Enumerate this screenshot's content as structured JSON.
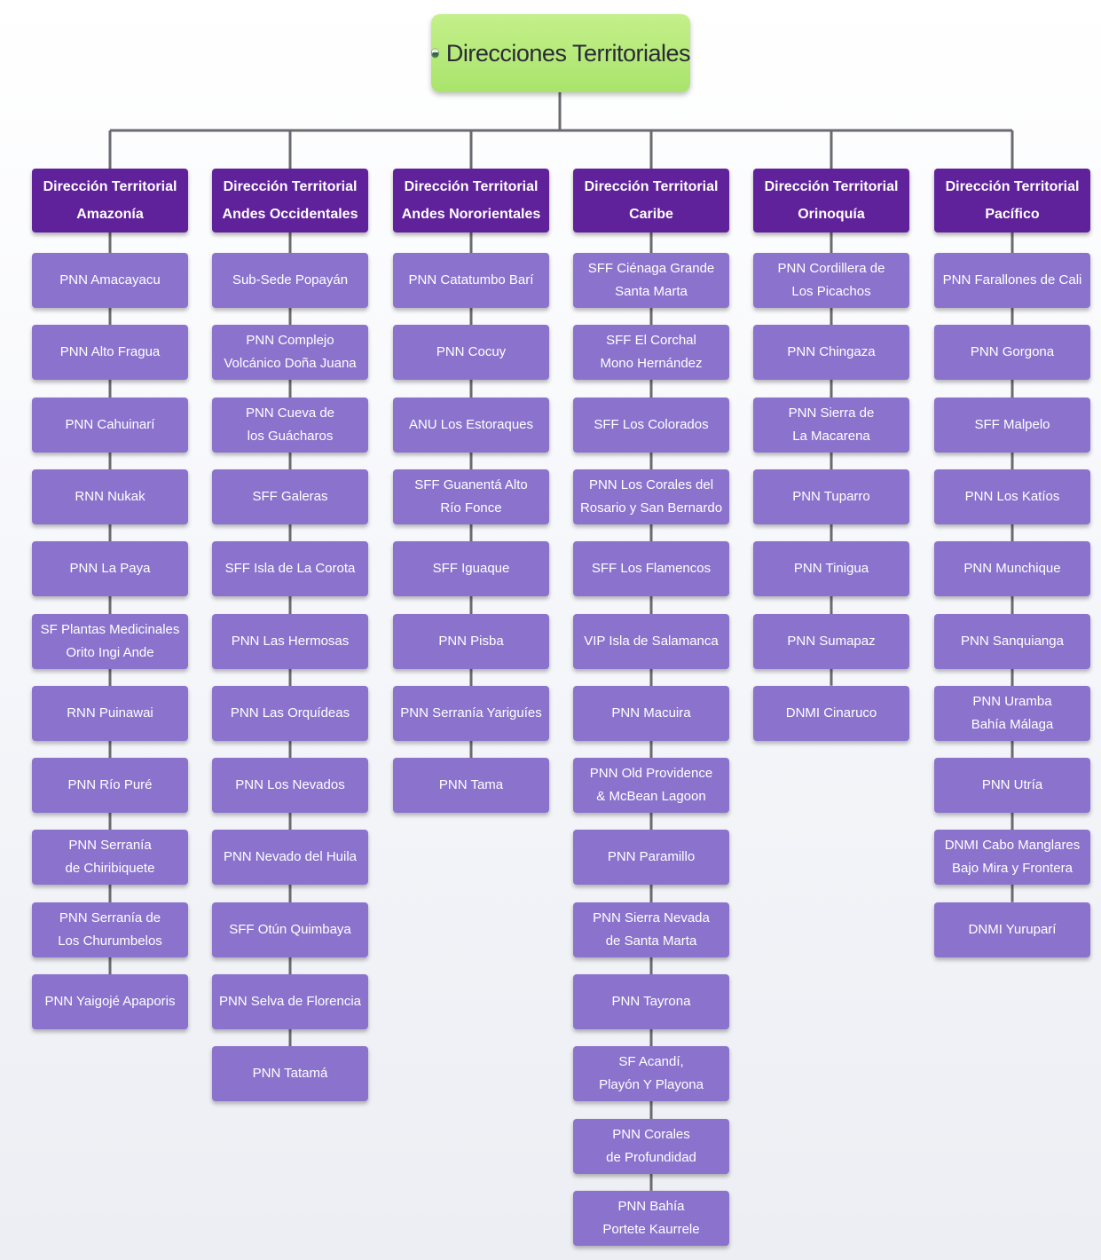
{
  "root": {
    "title": "Direcciones Territoriales",
    "logo_icon": "parques-nacionales-logo-icon"
  },
  "colors": {
    "root_fill": "#b4e87a",
    "header_fill": "#60229a",
    "item_fill": "#8b73cd",
    "connector": "#6a6a70",
    "text_light": "#ffffff",
    "text_dark": "#2b2b36"
  },
  "columns": [
    {
      "header": "Dirección Territorial\nAmazonía",
      "items": [
        "PNN Amacayacu",
        "PNN Alto Fragua",
        "PNN Cahuinarí",
        "RNN Nukak",
        "PNN La Paya",
        "SF Plantas Medicinales\nOrito Ingi Ande",
        "RNN Puinawai",
        "PNN Río Puré",
        "PNN Serranía\nde Chiribiquete",
        "PNN Serranía de\nLos Churumbelos",
        "PNN Yaigojé Apaporis"
      ]
    },
    {
      "header": "Dirección Territorial\nAndes Occidentales",
      "items": [
        "Sub-Sede Popayán",
        "PNN Complejo\nVolcánico Doña Juana",
        "PNN Cueva de\nlos Guácharos",
        "SFF Galeras",
        "SFF Isla de La Corota",
        "PNN Las Hermosas",
        "PNN Las Orquídeas",
        "PNN Los Nevados",
        "PNN Nevado del Huila",
        "SFF Otún Quimbaya",
        "PNN Selva de Florencia",
        "PNN Tatamá"
      ]
    },
    {
      "header": "Dirección Territorial\nAndes Nororientales",
      "items": [
        "PNN Catatumbo Barí",
        "PNN Cocuy",
        "ANU Los Estoraques",
        "SFF Guanentá Alto\nRío Fonce",
        "SFF Iguaque",
        "PNN Pisba",
        "PNN Serranía Yariguíes",
        "PNN Tama"
      ]
    },
    {
      "header": "Dirección Territorial\nCaribe",
      "items": [
        "SFF Ciénaga Grande\nSanta Marta",
        "SFF El Corchal\nMono Hernández",
        "SFF Los Colorados",
        "PNN Los Corales del\nRosario y San Bernardo",
        "SFF Los Flamencos",
        "VIP Isla de Salamanca",
        "PNN Macuira",
        "PNN Old Providence\n& McBean Lagoon",
        "PNN Paramillo",
        "PNN Sierra Nevada\nde Santa Marta",
        "PNN Tayrona",
        "SF Acandí,\nPlayón Y Playona",
        "PNN Corales\nde Profundidad",
        "PNN Bahía\nPortete Kaurrele"
      ]
    },
    {
      "header": "Dirección Territorial\nOrinoquía",
      "items": [
        "PNN Cordillera de\nLos Picachos",
        "PNN Chingaza",
        "PNN Sierra de\nLa Macarena",
        "PNN Tuparro",
        "PNN Tinigua",
        "PNN Sumapaz",
        "DNMI Cinaruco"
      ]
    },
    {
      "header": "Dirección Territorial\nPacífico",
      "items": [
        "PNN Farallones de Cali",
        "PNN Gorgona",
        "SFF Malpelo",
        "PNN Los Katíos",
        "PNN Munchique",
        "PNN Sanquianga",
        "PNN Uramba\nBahía Málaga",
        "PNN Utría",
        "DNMI Cabo Manglares\nBajo Mira y Frontera",
        "DNMI Yuruparí"
      ]
    }
  ]
}
